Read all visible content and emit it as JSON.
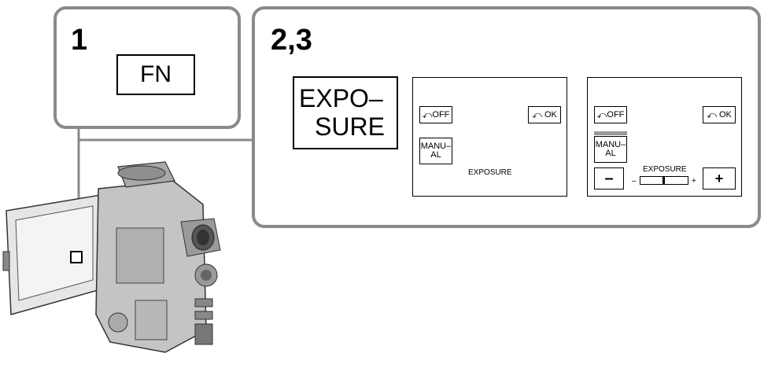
{
  "step1": {
    "number": "1",
    "button_label": "FN"
  },
  "step23": {
    "number": "2,3",
    "button_label_line1": "EXPO–",
    "button_label_line2": "SURE",
    "screen1": {
      "off_label": "OFF",
      "ok_label": "OK",
      "manual_line1": "MANU–",
      "manual_line2": "AL",
      "caption": "EXPOSURE"
    },
    "screen2": {
      "off_label": "OFF",
      "ok_label": "OK",
      "manual_line1": "MANU–",
      "manual_line2": "AL",
      "caption": "EXPOSURE",
      "minus_label": "–",
      "plus_label": "+",
      "scale_minus": "–",
      "scale_plus": "+"
    }
  },
  "colors": {
    "panel_border": "#8a8a8a",
    "camera_body": "#bdbdbd"
  },
  "icons": [
    "return-arrow-icon",
    "camcorder-illustration"
  ]
}
